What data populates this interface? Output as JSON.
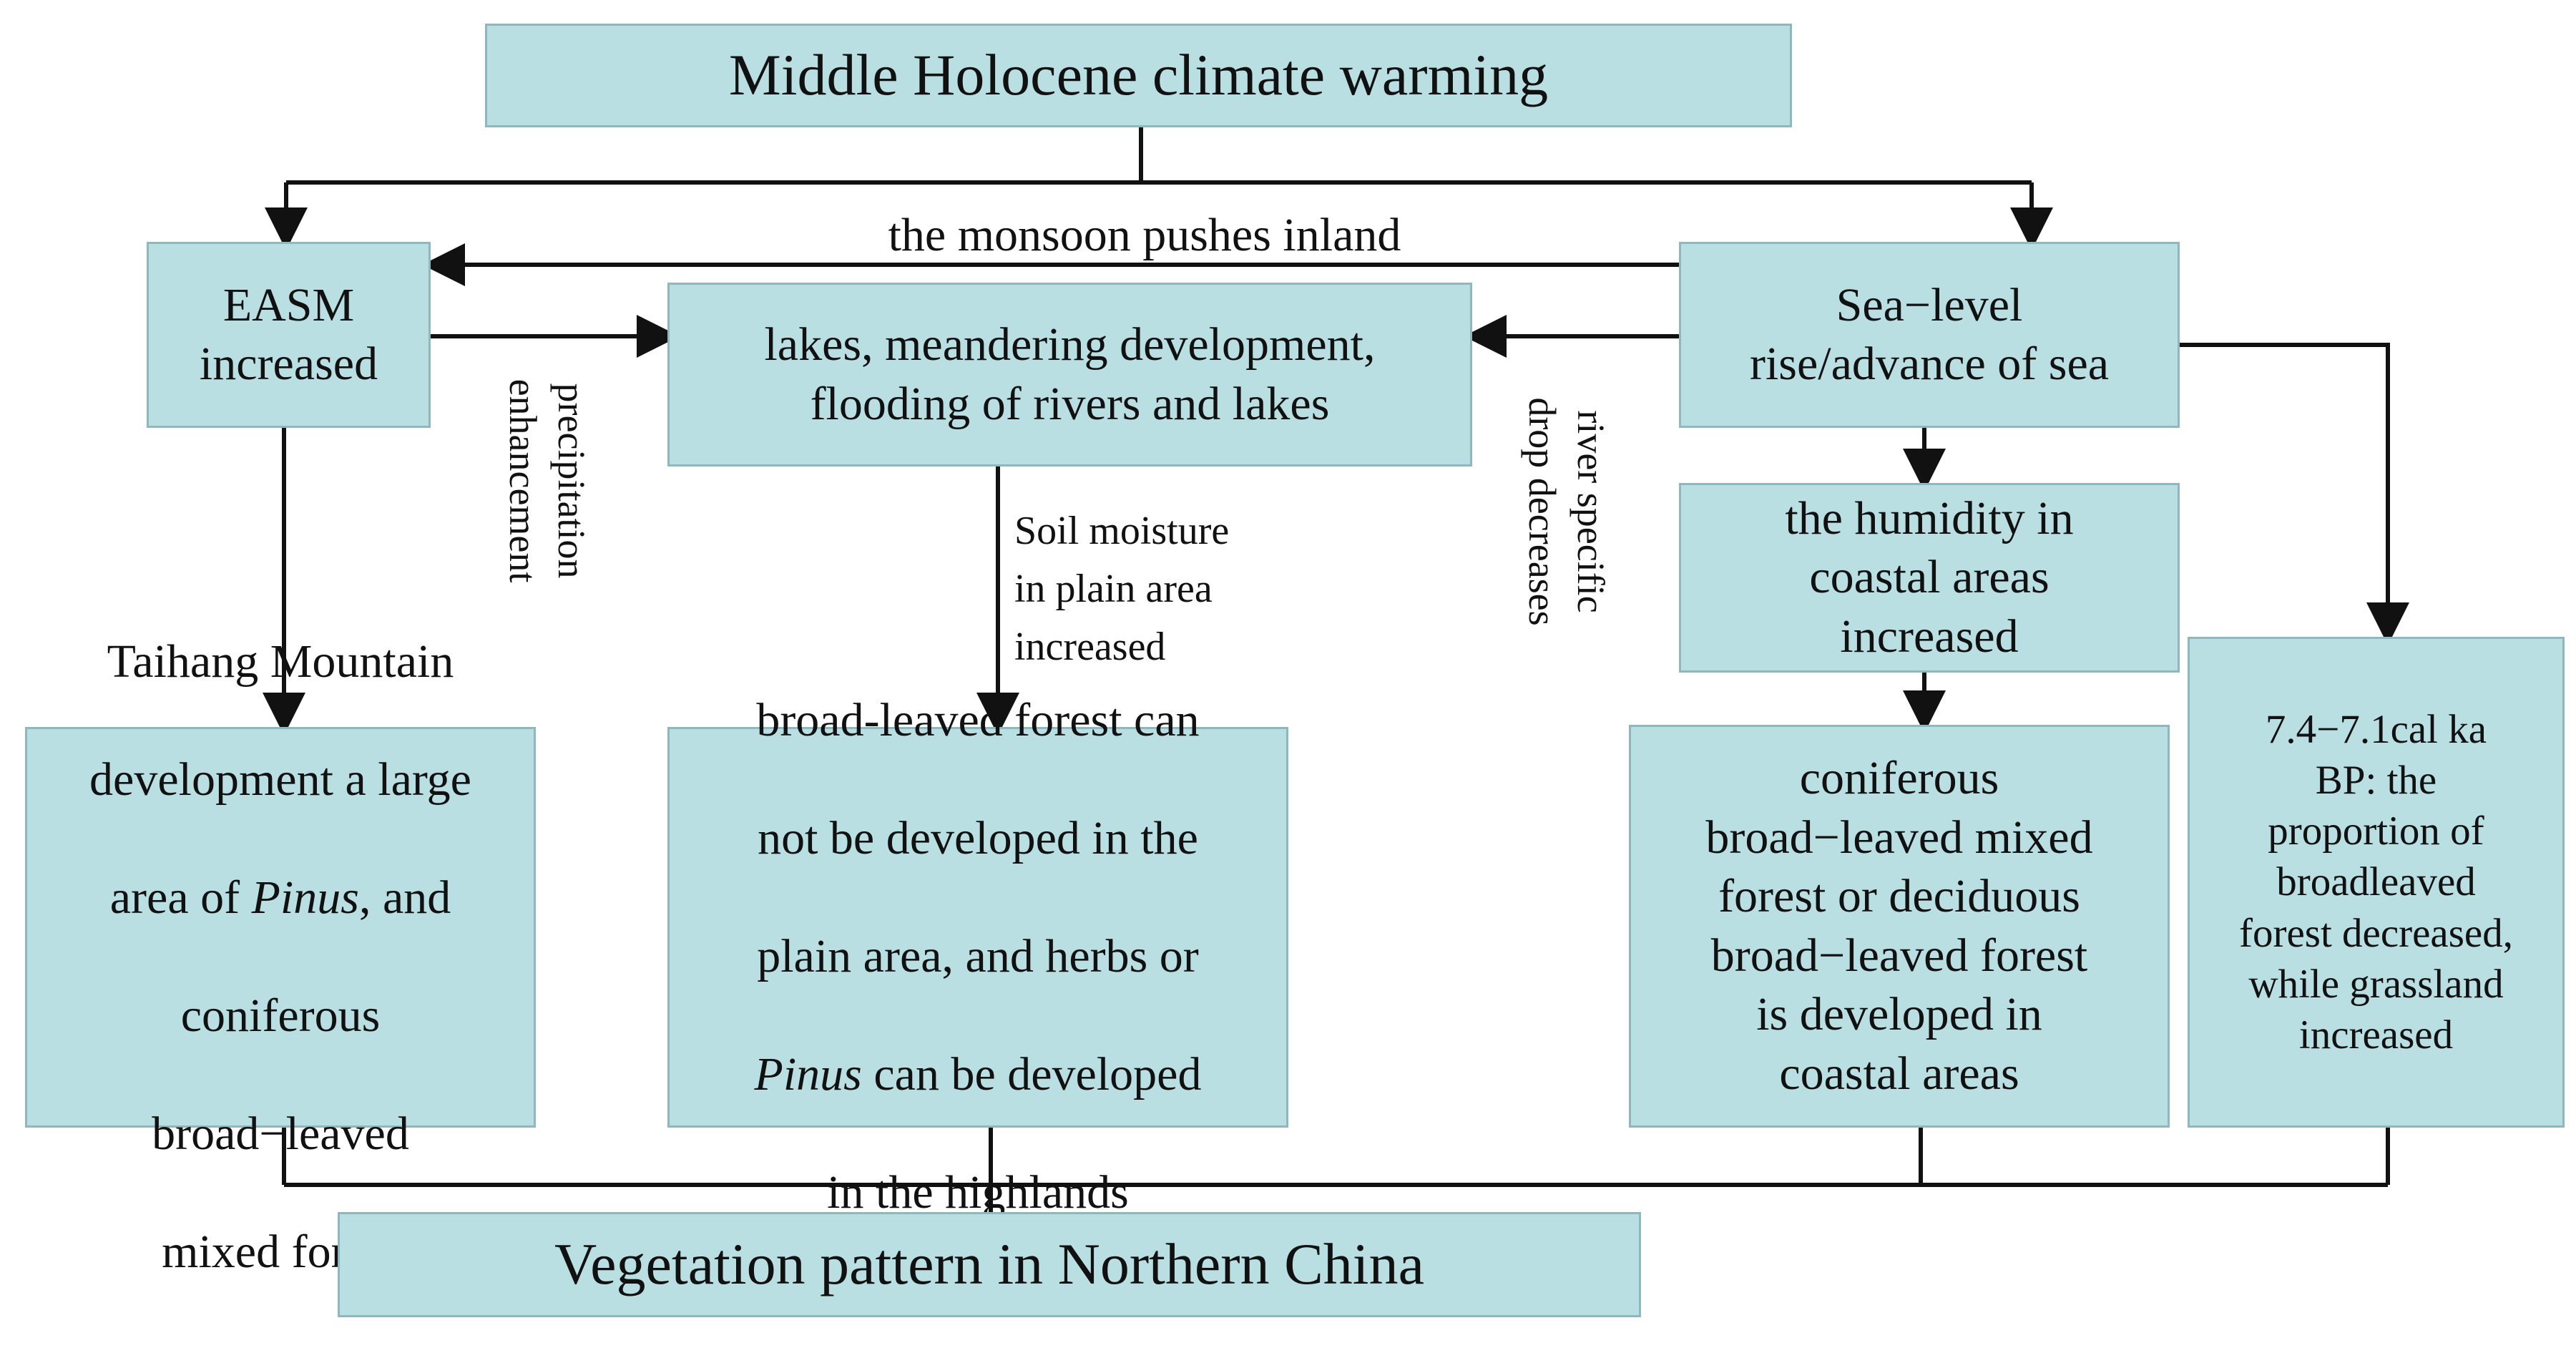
{
  "nodes": {
    "climate": {
      "text": "Middle Holocene climate warming"
    },
    "easm": {
      "text": "EASM\nincreased"
    },
    "lakes": {
      "text": "lakes, meandering development,\nflooding of rivers and lakes"
    },
    "sea": {
      "text": "Sea−level\nrise/advance of sea"
    },
    "humidity": {
      "text": "the humidity in\ncoastal areas\nincreased"
    },
    "taihang": {
      "line1": "Taihang Mountain",
      "line2": "development a large",
      "line3_pre": "area of ",
      "line3_em": "Pinus",
      "line3_post": ", and",
      "line4": "coniferous",
      "line5": "broad−leaved",
      "line6": "mixed forest"
    },
    "plain": {
      "line1": "broad-leaved forest can",
      "line2": "not be developed in the",
      "line3": "plain area, and herbs or",
      "line4_em": "Pinus",
      "line4_post": " can be developed",
      "line5": "in the highlands"
    },
    "coastal": {
      "text": "coniferous\nbroad−leaved mixed\nforest or deciduous\nbroad−leaved forest\nis developed in\ncoastal areas"
    },
    "proportion": {
      "text": "7.4−7.1cal ka\nBP: the\nproportion of\nbroadleaved\nforest decreased,\nwhile grassland\nincreased"
    },
    "vegetation": {
      "text": "Vegetation pattern in Northern China"
    }
  },
  "labels": {
    "monsoon": "the monsoon pushes inland",
    "precipitation": "precipitation\nenhancement",
    "river": "river specific\ndrop decreases",
    "soil": "Soil moisture\nin plain area\nincreased"
  }
}
